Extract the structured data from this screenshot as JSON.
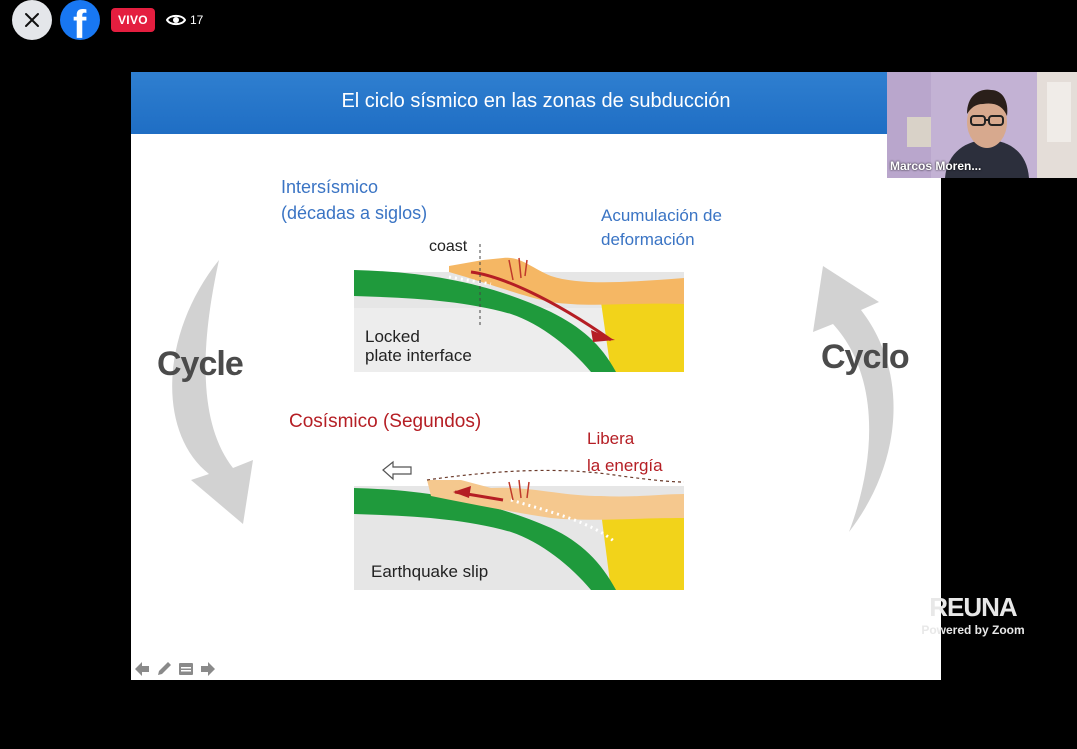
{
  "topbar": {
    "live_label": "VIVO",
    "viewer_count": "17",
    "close_icon": "close-icon",
    "logo_icon": "facebook-logo-icon",
    "eye_icon": "eye-icon"
  },
  "slide": {
    "title": "El ciclo sísmico en las zonas de subducción",
    "interseismic_line1": "Intersísmico",
    "interseismic_line2": "(décadas a siglos)",
    "coast": "coast",
    "accum_line1": "Acumulación de",
    "accum_line2": "deformación",
    "locked_line1": "Locked",
    "locked_line2": "plate interface",
    "coseismic": "Cosísmico (Segundos)",
    "libera_line1": "Libera",
    "libera_line2": "la energía",
    "slip": "Earthquake slip",
    "cycle_left": "Cycle",
    "cycle_right": "Cyclo"
  },
  "participant": {
    "name": "Marcos Moren..."
  },
  "branding": {
    "name": "REUNA",
    "sub": "Powered by Zoom"
  },
  "colors": {
    "header_blue": "#1f6ec4",
    "live_red": "#e41e3f",
    "facebook_blue": "#1877f2",
    "plate_green": "#1f9a3c",
    "crust_orange": "#f5b764"
  }
}
